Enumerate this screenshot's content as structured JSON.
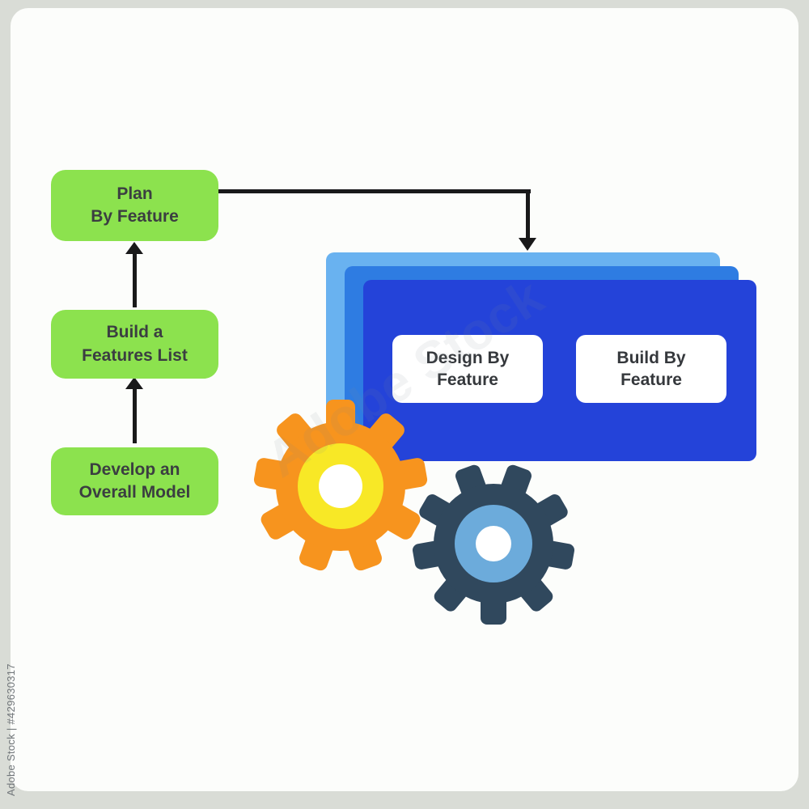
{
  "watermark": {
    "side_text": "Adobe Stock | #429630317",
    "diagonal_text": "Adobe Stock"
  },
  "flow": {
    "boxes": [
      {
        "label": "Develop an\nOverall Model"
      },
      {
        "label": "Build a\nFeatures List"
      },
      {
        "label": "Plan\nBy Feature"
      }
    ]
  },
  "cards": {
    "items": [
      {
        "label": "Design By\nFeature"
      },
      {
        "label": "Build By\nFeature"
      }
    ]
  },
  "colors": {
    "background": "#d9dcd6",
    "canvas": "#fcfdfb",
    "green": "#8ce24e",
    "box_text": "#3b3e41",
    "arrow": "#19191a",
    "card_back": "#69b2f0",
    "card_mid": "#2e7ce2",
    "card_front": "#2443d9",
    "gear_orange": "#f7941e",
    "gear_yellow": "#f8e826",
    "gear_navy": "#30485d",
    "gear_blue": "#6cabdb"
  }
}
